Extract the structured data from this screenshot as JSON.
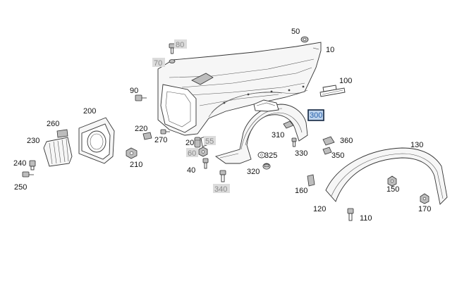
{
  "callouts": {
    "c10": "10",
    "c20": "20",
    "c40": "40",
    "c50": "50",
    "c55": "55",
    "c60": "60",
    "c70": "70",
    "c80": "80",
    "c90": "90",
    "c100": "100",
    "c110": "110",
    "c120": "120",
    "c130": "130",
    "c150": "150",
    "c160": "160",
    "c170": "170",
    "c200": "200",
    "c210": "210",
    "c220": "220",
    "c230": "230",
    "c240": "240",
    "c250": "250",
    "c260": "260",
    "c270": "270",
    "c300": "300",
    "c310": "310",
    "c320": "320",
    "c325": "325",
    "c330": "330",
    "c340": "340",
    "c350": "350",
    "c360": "360"
  },
  "colors": {
    "highlight_fill": "#bcd2ec",
    "highlight_border": "#10233f",
    "highlight_text": "#2a63ad",
    "greyed_label": "#8a8a8a"
  }
}
